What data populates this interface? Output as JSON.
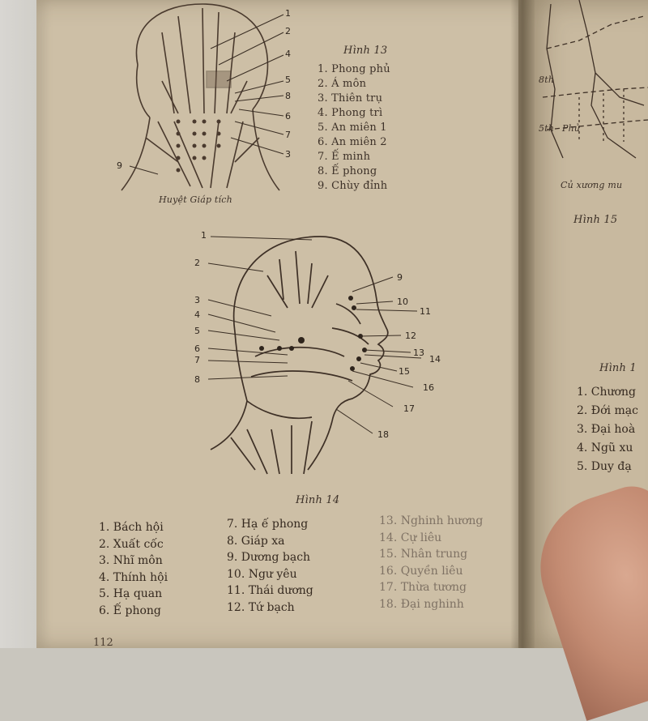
{
  "fig13": {
    "caption": "Hình 13",
    "sublabel": "Huyệt Giáp tích",
    "items": [
      "1. Phong phủ",
      "2. Á môn",
      "3. Thiên trụ",
      "4. Phong trì",
      "5. An miên 1",
      "6. An miên 2",
      "7. Ế minh",
      "8. Ế phong",
      "9. Chùy đỉnh"
    ],
    "callouts": [
      "1",
      "2",
      "4",
      "5",
      "8",
      "6",
      "7",
      "3",
      "9"
    ]
  },
  "fig14": {
    "caption": "Hình 14",
    "callouts": [
      "1",
      "2",
      "3",
      "4",
      "5",
      "6",
      "7",
      "8",
      "9",
      "10",
      "11",
      "12",
      "13",
      "14",
      "15",
      "16",
      "17",
      "18"
    ],
    "col1": [
      "1. Bách hội",
      "2. Xuất cốc",
      "3. Nhĩ môn",
      "4. Thính hội",
      "5. Hạ quan",
      "6. Ế phong"
    ],
    "col2": [
      "7. Hạ ế phong",
      "8. Giáp xa",
      "9. Dương bạch",
      "10. Ngư yêu",
      "11. Thái dương",
      "12. Tứ bạch"
    ],
    "col3": [
      "13. Nghinh hương",
      "14. Cự liêu",
      "15. Nhân trung",
      "16. Quyền liêu",
      "17. Thừa tương",
      "18. Đại nghinh"
    ]
  },
  "right_page": {
    "fig15_caption": "Hình 15",
    "fig16_caption": "Hình 1",
    "map_labels": [
      "8th",
      "5th",
      "Phủ",
      "Củ xương mu"
    ],
    "items": [
      "1. Chương",
      "2. Đới mạc",
      "3. Đại hoà",
      "4. Ngũ xu",
      "5. Duy đạ"
    ]
  },
  "page_number": "112"
}
